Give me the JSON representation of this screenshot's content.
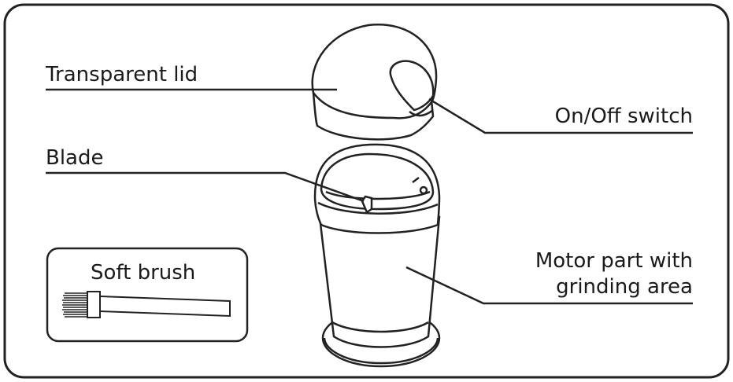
{
  "labels": {
    "lid": "Transparent lid",
    "switch": "On/Off switch",
    "blade": "Blade",
    "motor_line1": "Motor part with",
    "motor_line2": "grinding area",
    "brush": "Soft brush"
  }
}
